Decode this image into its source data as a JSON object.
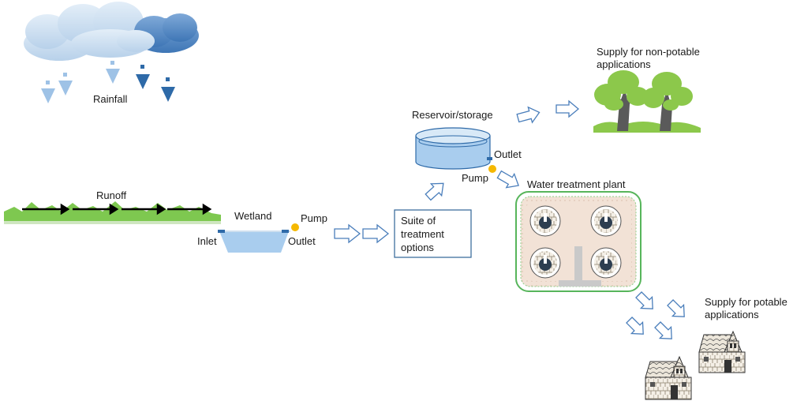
{
  "labels": {
    "rainfall": "Rainfall",
    "runoff": "Runoff",
    "wetland": "Wetland",
    "inlet": "Inlet",
    "outlet_wetland": "Outlet",
    "pump_wetland": "Pump",
    "treatment_suite": "Suite of treatment options",
    "reservoir": "Reservoir/storage",
    "outlet_reservoir": "Outlet",
    "pump_reservoir": "Pump",
    "treatment_plant": "Water treatment plant",
    "non_potable": "Supply for non-potable applications",
    "potable": "Supply for potable applications"
  },
  "colors": {
    "cloud_light": "#c9dcee",
    "cloud_dark": "#5b8fc8",
    "rain_light": "#9ec2e6",
    "rain_dark": "#2e6aa8",
    "grass": "#7ec850",
    "water": "#a9cdee",
    "pump": "#f5b800",
    "arrow_outline": "#4a7ebb",
    "box_outline": "#3f6f9f",
    "plant_border": "#57b55b",
    "plant_fill": "#f2e2d6",
    "tree_foliage": "#8cc84b",
    "tree_trunk": "#5a5a5a"
  }
}
